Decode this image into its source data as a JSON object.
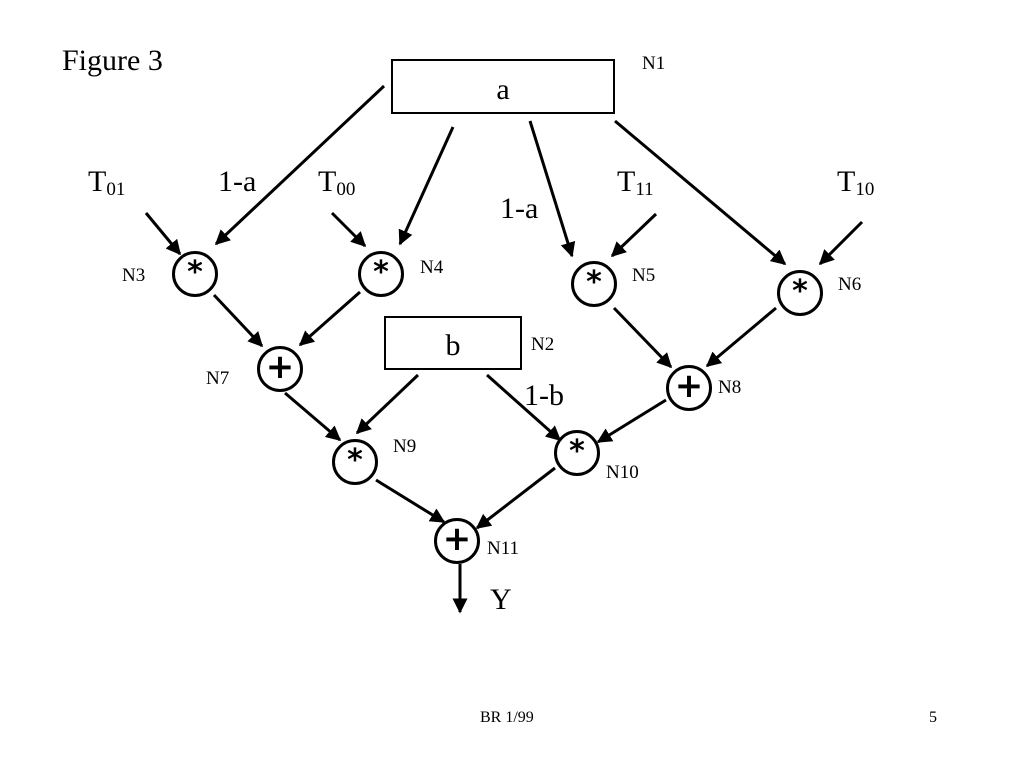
{
  "slide": {
    "title": "Figure 3",
    "footer_center": "BR 1/99",
    "page_number": "5"
  },
  "nodes": {
    "n1": {
      "id": "N1",
      "text": "a"
    },
    "n2": {
      "id": "N2",
      "text": "b"
    },
    "n3": {
      "id": "N3",
      "op": "*"
    },
    "n4": {
      "id": "N4",
      "op": "*"
    },
    "n5": {
      "id": "N5",
      "op": "*"
    },
    "n6": {
      "id": "N6",
      "op": "*"
    },
    "n7": {
      "id": "N7",
      "op": "+"
    },
    "n8": {
      "id": "N8",
      "op": "+"
    },
    "n9": {
      "id": "N9",
      "op": "*"
    },
    "n10": {
      "id": "N10",
      "op": "*"
    },
    "n11": {
      "id": "N11",
      "op": "+"
    }
  },
  "inputs": {
    "t01": {
      "base": "T",
      "sub": "01"
    },
    "t00": {
      "base": "T",
      "sub": "00"
    },
    "t11": {
      "base": "T",
      "sub": "11"
    },
    "t10": {
      "base": "T",
      "sub": "10"
    }
  },
  "edge_labels": {
    "n1_to_n3": "1-a",
    "n1_to_n5": "1-a",
    "n2_to_n10": "1-b"
  },
  "output": {
    "label": "Y"
  }
}
